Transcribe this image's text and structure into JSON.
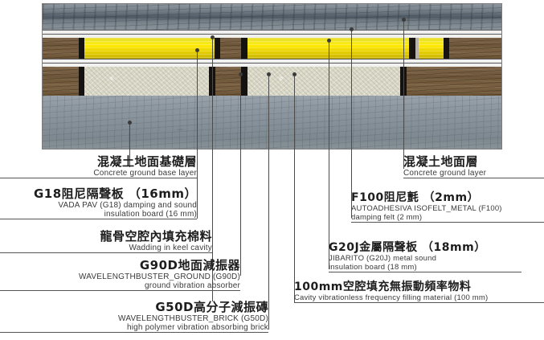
{
  "diagram": {
    "title_semantic": "acoustic floating floor construction cross-section",
    "colors": {
      "concrete": "#848f98",
      "wool_yellow": "#ffe800",
      "keel_timber": "#6d5639",
      "board_stone": "#d7d5c4",
      "felt_white": "#efefed",
      "leader_line": "#4c4c4c"
    }
  },
  "callouts": {
    "concrete_base": {
      "cn": "混凝土地面基礎層",
      "en": "Concrete ground base layer"
    },
    "g18_board": {
      "cn": "G18阻尼隔聲板 （16mm）",
      "en_line1": "VADA PAV (G18) damping and sound",
      "en_line2": "insulation board (16 mm)"
    },
    "wadding": {
      "cn": "龍骨空腔內填充棉料",
      "en": "Wadding in keel cavity"
    },
    "g90d_absorber": {
      "cn": "G90D地面減振器",
      "en_line1": "WAVELENGTHBUSTER_GROUND (G90D)",
      "en_line2": "ground vibration absorber"
    },
    "g50d_brick": {
      "cn": "G50D高分子減振磚",
      "en_line1": "WAVELENGTHBUSTER_BRICK (G50D)",
      "en_line2": "high polymer vibration absorbing brick"
    },
    "concrete_top": {
      "cn": "混凝土地面層",
      "en": "Concrete ground layer"
    },
    "f100_felt": {
      "cn": "F100阻尼氈 （2mm）",
      "en_line1": "AUTOADHESIVA ISOFELT_METAL (F100)",
      "en_line2": "damping felt (2 mm)"
    },
    "g20j_board": {
      "cn": "G20J金屬隔聲板 （18mm）",
      "en_line1": "JIBARITO (G20J) metal sound",
      "en_line2": "insulation board (18 mm)"
    },
    "cavity_fill": {
      "cn": "100mm空腔填充無振動頻率物料",
      "en": "Cavity vibrationless frequency filling material (100 mm)"
    }
  }
}
